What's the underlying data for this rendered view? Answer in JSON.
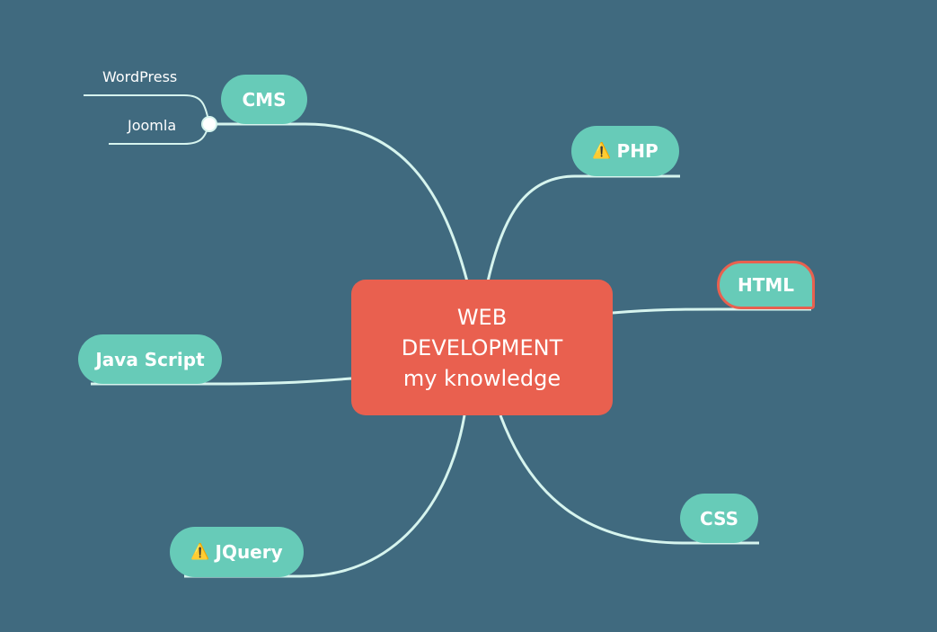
{
  "colors": {
    "background": "#406a7f",
    "central_fill": "#e9604f",
    "topic_fill": "#67cbb8",
    "line": "#d6f4ee",
    "selected_border": "#e9604f",
    "warning": "#f2b51b"
  },
  "central": {
    "line1": "WEB",
    "line2": "DEVELOPMENT",
    "line3": "my knowledge"
  },
  "topics": {
    "cms": {
      "label": "CMS"
    },
    "php": {
      "label": "PHP",
      "icon": "warning-icon",
      "icon_glyph": "⚠️"
    },
    "html": {
      "label": "HTML",
      "selected": true
    },
    "javascript": {
      "label": "Java Script"
    },
    "jquery": {
      "label": "JQuery",
      "icon": "warning-icon",
      "icon_glyph": "⚠️"
    },
    "css": {
      "label": "CSS"
    }
  },
  "subtopics": {
    "wordpress": {
      "label": "WordPress"
    },
    "joomla": {
      "label": "Joomla"
    }
  }
}
